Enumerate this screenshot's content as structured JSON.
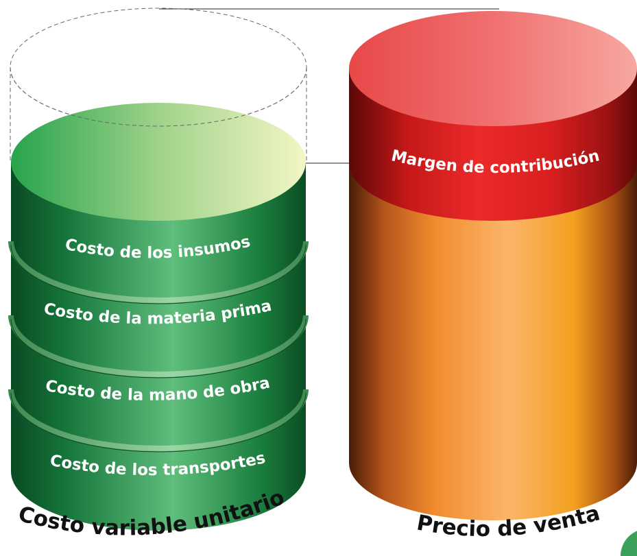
{
  "left_cylinder": {
    "title": "Costo variable unitario",
    "layers": [
      "Costo de los insumos",
      "Costo de la materia prima",
      "Costo de la mano de obra",
      "Costo de los transportes"
    ]
  },
  "right_cylinder": {
    "title": "Precio de venta",
    "top_band": "Margen de contribución"
  },
  "colors": {
    "green_dark": "#0c5a2a",
    "green_mid": "#1f8a45",
    "green_light": "#5fbe7c",
    "orange": "#f29b3b",
    "red": "#d81f1f",
    "pink_top": "#f05a5a"
  }
}
